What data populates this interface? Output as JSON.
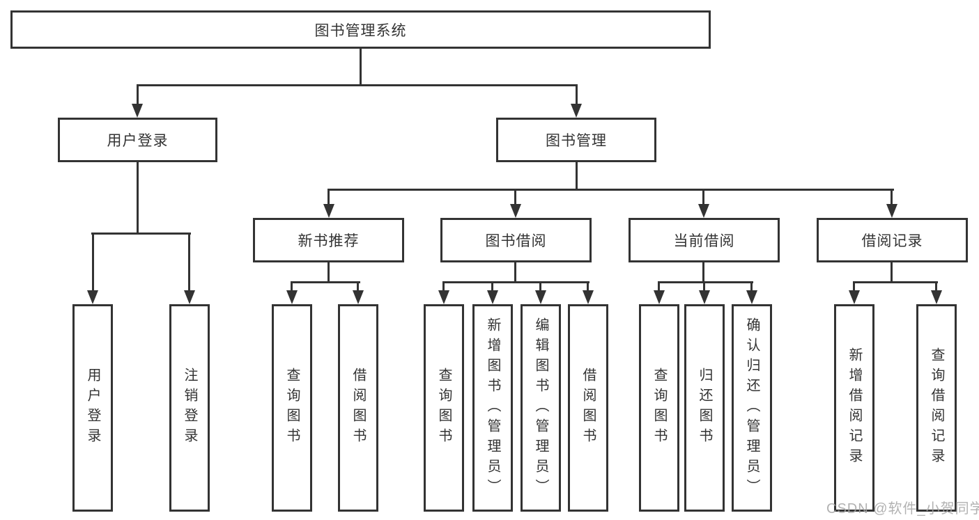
{
  "diagram": {
    "root": {
      "label": "图书管理系统"
    },
    "branches": [
      {
        "label": "用户登录",
        "children": [
          {
            "label": "用户登录"
          },
          {
            "label": "注销登录"
          }
        ]
      },
      {
        "label": "图书管理",
        "children": [
          {
            "label": "新书推荐",
            "children": [
              {
                "label": "查询图书"
              },
              {
                "label": "借阅图书"
              }
            ]
          },
          {
            "label": "图书借阅",
            "children": [
              {
                "label": "查询图书"
              },
              {
                "label": "新增图书（管理员）"
              },
              {
                "label": "编辑图书（管理员）"
              },
              {
                "label": "借阅图书"
              }
            ]
          },
          {
            "label": "当前借阅",
            "children": [
              {
                "label": "查询图书"
              },
              {
                "label": "归还图书"
              },
              {
                "label": "确认归还（管理员）"
              }
            ]
          },
          {
            "label": "借阅记录",
            "children": [
              {
                "label": "新增借阅记录"
              },
              {
                "label": "查询借阅记录"
              }
            ]
          }
        ]
      }
    ]
  },
  "watermark": {
    "text": "CSDN @软件_小贺同学",
    "color": "#a5a5a5"
  },
  "colors": {
    "line": "#333333",
    "background": "#ffffff"
  }
}
